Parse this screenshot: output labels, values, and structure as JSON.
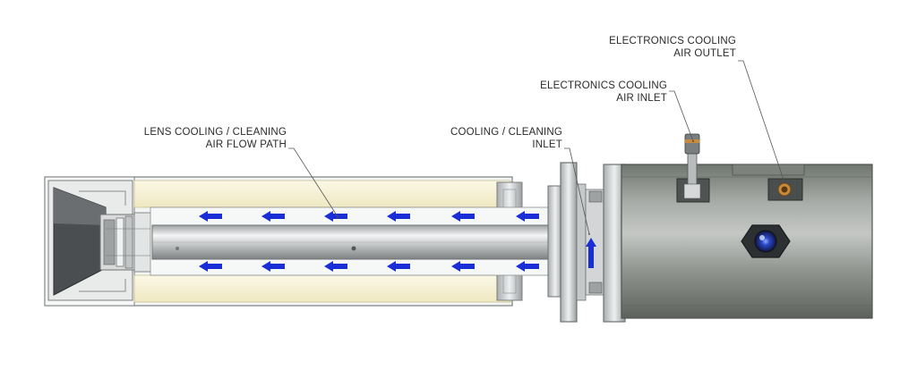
{
  "callouts": {
    "lens_path": {
      "line1": "LENS COOLING / CLEANING",
      "line2": "AIR FLOW PATH"
    },
    "cooling_inlet": {
      "line1": "COOLING / CLEANING",
      "line2": "INLET"
    },
    "electronics_inlet": {
      "line1": "ELECTRONICS COOLING",
      "line2": "AIR INLET"
    },
    "electronics_outlet": {
      "line1": "ELECTRONICS COOLING",
      "line2": "AIR OUTLET"
    }
  },
  "colors": {
    "flow_arrow": "#1a2ed8",
    "insulation": "#f6f1d4",
    "housing_gray": "#8c918c",
    "metal_light": "#e2e4e4",
    "fitting_orange": "#c98a3c"
  },
  "icons": {
    "flow_arrow": "left-arrow",
    "inlet_arrow": "up-arrow"
  }
}
